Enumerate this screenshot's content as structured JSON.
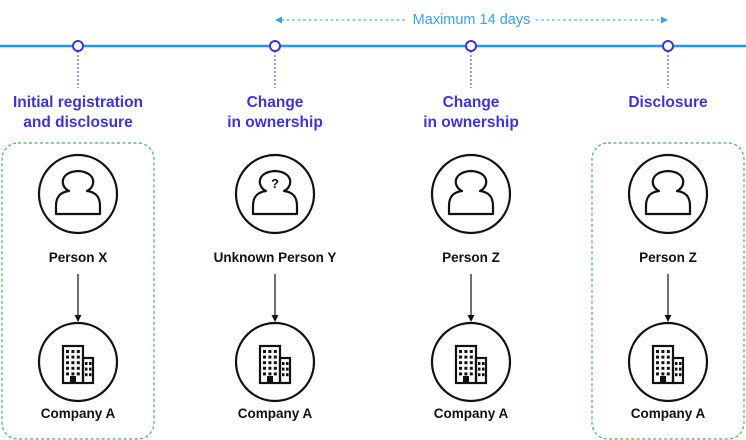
{
  "colors": {
    "timeline": "#2196f3",
    "stage_label": "#3d34d6",
    "duration": "#3aa0ea",
    "group_border": "#3dbd52",
    "stroke": "#111111"
  },
  "duration": {
    "label": "Maximum 14 days",
    "from_stage": 1,
    "to_stage": 3
  },
  "groups": [
    {
      "from_stage": 0,
      "to_stage": 0
    },
    {
      "from_stage": 3,
      "to_stage": 3
    }
  ],
  "stages": [
    {
      "label_lines": [
        "Initial registration",
        "and disclosure"
      ],
      "person": {
        "icon": "person-icon",
        "name": "Person X"
      },
      "company": {
        "icon": "building-icon",
        "name": "Company A"
      }
    },
    {
      "label_lines": [
        "Change",
        "in ownership"
      ],
      "person": {
        "icon": "unknown-person-icon",
        "name": "Unknown Person Y"
      },
      "company": {
        "icon": "building-icon",
        "name": "Company A"
      }
    },
    {
      "label_lines": [
        "Change",
        "in ownership"
      ],
      "person": {
        "icon": "person-icon",
        "name": "Person Z"
      },
      "company": {
        "icon": "building-icon",
        "name": "Company A"
      }
    },
    {
      "label_lines": [
        "Disclosure"
      ],
      "person": {
        "icon": "person-icon",
        "name": "Person Z"
      },
      "company": {
        "icon": "building-icon",
        "name": "Company A"
      }
    }
  ]
}
